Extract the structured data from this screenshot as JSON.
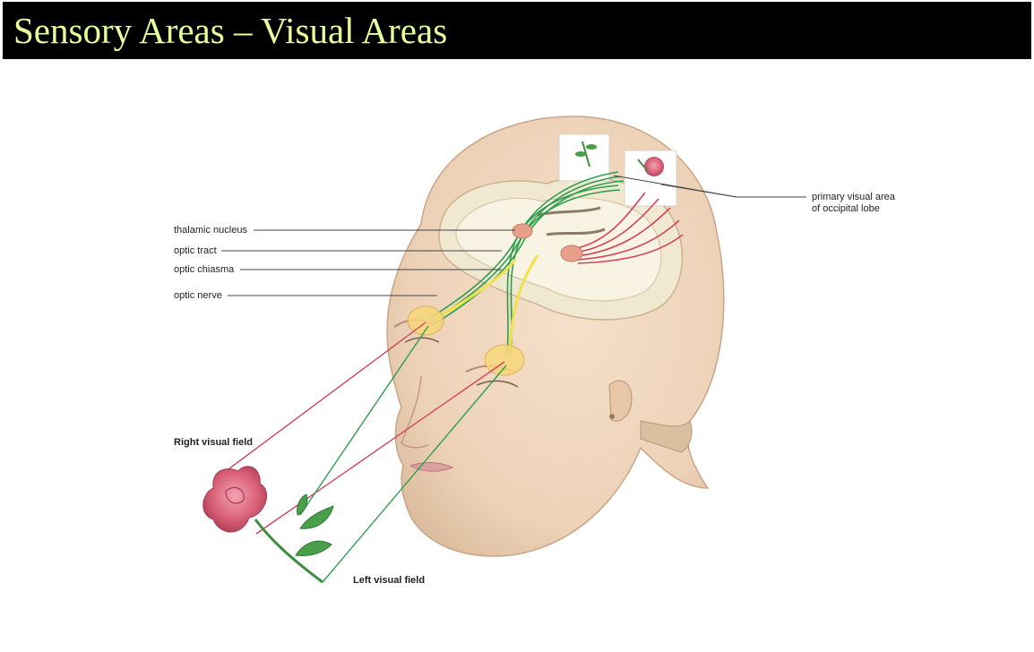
{
  "title": "Sensory Areas – Visual Areas",
  "colors": {
    "title_bg": "#000000",
    "title_text": "#e6ff9a",
    "skin": "#f0d6bc",
    "brain": "#efe6cf",
    "green_fibers": "#2f9e4f",
    "red_fibers": "#d2455f",
    "yellow_fibers": "#f2e24a"
  },
  "labels": {
    "thalamic_nucleus": "thalamic nucleus",
    "optic_tract": "optic tract",
    "optic_chiasma": "optic chiasma",
    "optic_nerve": "optic nerve",
    "primary_visual_area_line1": "primary visual area",
    "primary_visual_area_line2": "of occipital lobe",
    "right_visual_field": "Right visual field",
    "left_visual_field": "Left visual field"
  }
}
